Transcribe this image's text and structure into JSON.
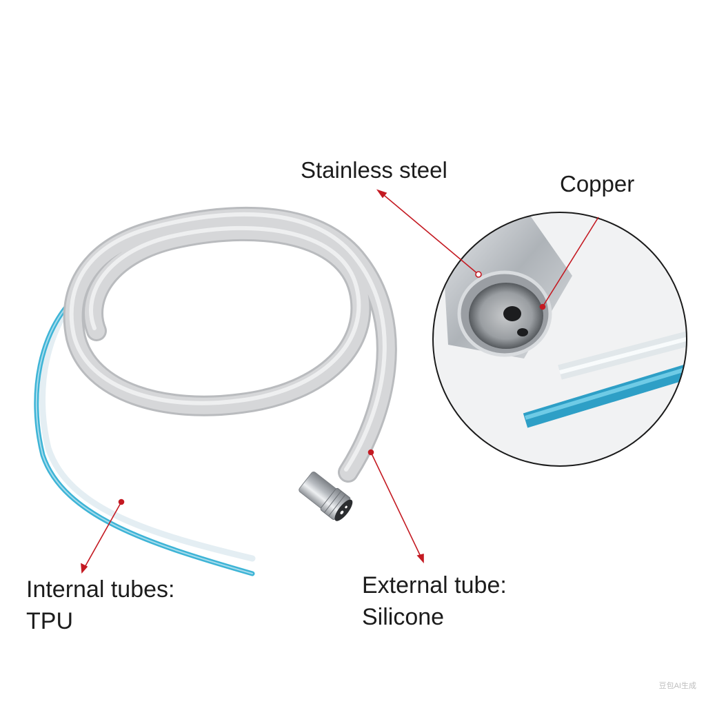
{
  "labels": {
    "stainless_steel": "Stainless steel",
    "copper": "Copper",
    "internal_line1": "Internal tubes:",
    "internal_line2": "TPU",
    "external_line1": "External tube:",
    "external_line2": "Silicone"
  },
  "watermark": "豆包AI生成",
  "colors": {
    "background": "#ffffff",
    "hose": "#d3d4d6",
    "tube_blue": "#3eb4d6",
    "leader_line": "#c41a22",
    "metal": "#c9ccd0"
  }
}
